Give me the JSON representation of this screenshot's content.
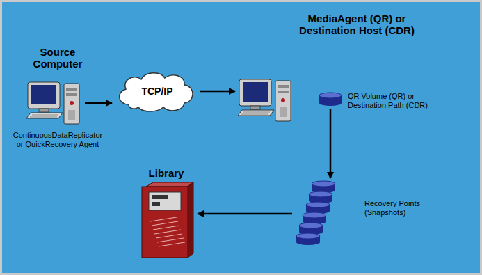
{
  "diagram": {
    "nodes": [
      {
        "text": [
          "Source Computer",
          "ContinuousDataReplicator or QuickRecovery Agent"
        ]
      },
      {
        "text": [
          "TCP/IP"
        ]
      },
      {
        "text": [
          "MediaAgent (QR) or Destination Host (CDR)"
        ]
      },
      {
        "text": [
          "QR Volume (QR) or Destination Path (CDR)"
        ]
      },
      {
        "text": [
          "Recovery Points (Snapshots)"
        ]
      },
      {
        "text": [
          "Library"
        ]
      }
    ],
    "edges": [
      {
        "from": 0,
        "to": 1,
        "arrow": "to"
      },
      {
        "from": 1,
        "to": 2,
        "arrow": "to"
      },
      {
        "from": 3,
        "to": 4,
        "arrow": "to"
      },
      {
        "from": 4,
        "to": 5,
        "arrow": "to"
      }
    ]
  }
}
